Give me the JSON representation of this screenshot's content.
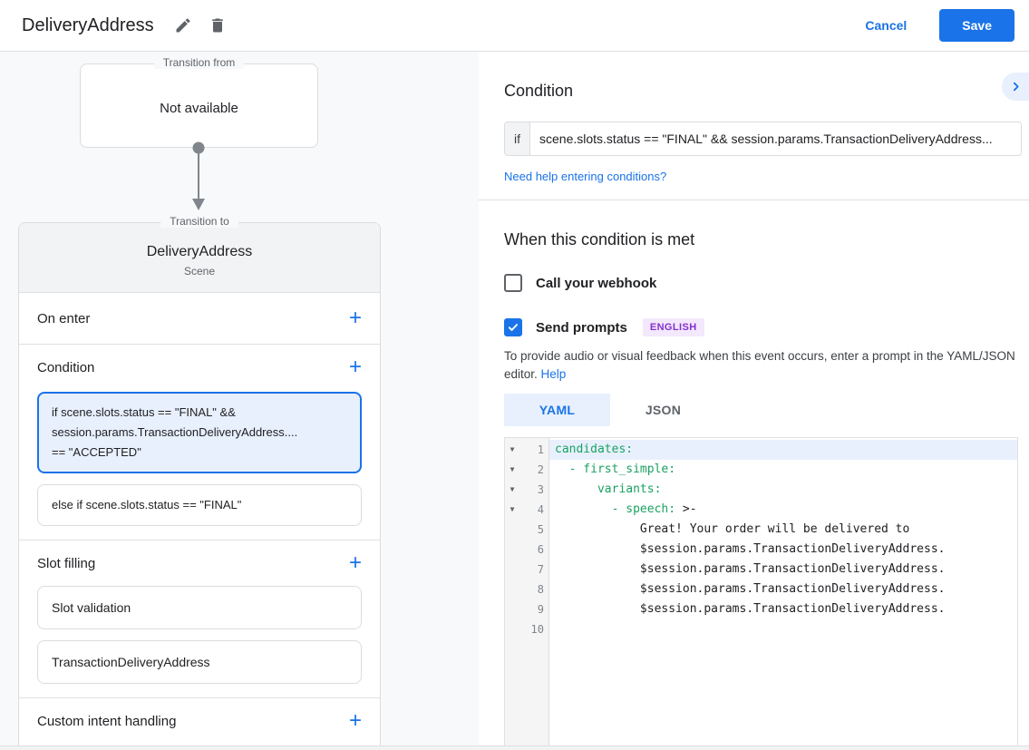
{
  "colors": {
    "accent": "#1a73e8",
    "code_green": "#1aa260",
    "active_line_bg": "#e8f0fe",
    "badge_bg": "#f3e8fd",
    "badge_text": "#8430ce"
  },
  "header": {
    "title": "DeliveryAddress",
    "cancel": "Cancel",
    "save": "Save"
  },
  "flow": {
    "transition_from": {
      "label": "Transition from",
      "content": "Not available"
    },
    "transition_to": {
      "label": "Transition to",
      "name": "DeliveryAddress",
      "subtitle": "Scene"
    },
    "on_enter_label": "On enter",
    "condition_label": "Condition",
    "conditions": [
      {
        "active": true,
        "lines": [
          "if scene.slots.status == \"FINAL\" &&",
          "session.params.TransactionDeliveryAddress....",
          "== \"ACCEPTED\""
        ]
      },
      {
        "active": false,
        "lines": [
          "else if scene.slots.status == \"FINAL\""
        ]
      }
    ],
    "slot_filling_label": "Slot filling",
    "slots": [
      "Slot validation",
      "TransactionDeliveryAddress"
    ],
    "custom_intent_label": "Custom intent handling"
  },
  "panel": {
    "title": "Condition",
    "if_prefix": "if",
    "condition_value": "scene.slots.status == \"FINAL\" && session.params.TransactionDeliveryAddress...",
    "help_link": "Need help entering conditions?",
    "when_met_title": "When this condition is met",
    "webhook_label": "Call your webhook",
    "webhook_checked": false,
    "send_prompts_label": "Send prompts",
    "send_prompts_checked": true,
    "language_badge": "ENGLISH",
    "helper_text": "To provide audio or visual feedback when this event occurs, enter a prompt in the YAML/JSON editor.",
    "helper_link": "Help",
    "tabs": [
      {
        "label": "YAML",
        "active": true
      },
      {
        "label": "JSON",
        "active": false
      }
    ],
    "editor_lines": [
      {
        "n": 1,
        "fold": true,
        "active": true,
        "parts": [
          [
            "k",
            "candidates:"
          ]
        ]
      },
      {
        "n": 2,
        "fold": true,
        "active": false,
        "parts": [
          [
            "p",
            "  "
          ],
          [
            "k",
            "- first_simple:"
          ]
        ]
      },
      {
        "n": 3,
        "fold": true,
        "active": false,
        "parts": [
          [
            "p",
            "      "
          ],
          [
            "k",
            "variants:"
          ]
        ]
      },
      {
        "n": 4,
        "fold": true,
        "active": false,
        "parts": [
          [
            "p",
            "        "
          ],
          [
            "k",
            "- speech:"
          ],
          [
            "p",
            " >-"
          ]
        ]
      },
      {
        "n": 5,
        "fold": false,
        "active": false,
        "parts": [
          [
            "p",
            "            Great! Your order will be delivered to"
          ]
        ]
      },
      {
        "n": 6,
        "fold": false,
        "active": false,
        "parts": [
          [
            "p",
            "            $session.params.TransactionDeliveryAddress."
          ]
        ]
      },
      {
        "n": 7,
        "fold": false,
        "active": false,
        "parts": [
          [
            "p",
            "            $session.params.TransactionDeliveryAddress."
          ]
        ]
      },
      {
        "n": 8,
        "fold": false,
        "active": false,
        "parts": [
          [
            "p",
            "            $session.params.TransactionDeliveryAddress."
          ]
        ]
      },
      {
        "n": 9,
        "fold": false,
        "active": false,
        "parts": [
          [
            "p",
            "            $session.params.TransactionDeliveryAddress."
          ]
        ]
      },
      {
        "n": 10,
        "fold": false,
        "active": false,
        "parts": []
      }
    ]
  }
}
